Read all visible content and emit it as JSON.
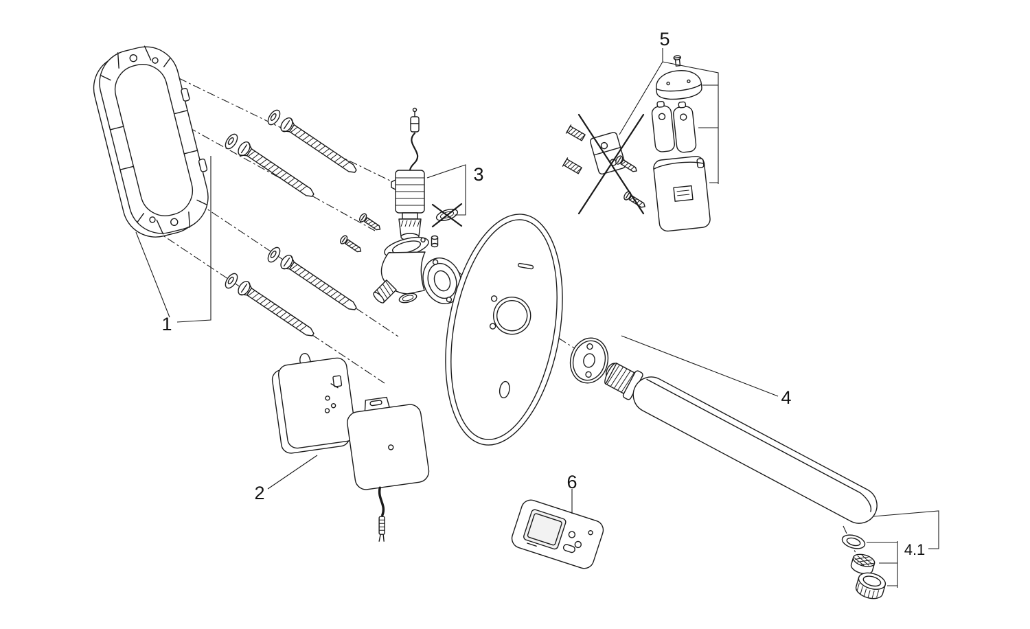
{
  "diagram": {
    "kind": "exploded-parts-diagram",
    "colors": {
      "background": "#ffffff",
      "ink": "#1a1a1a"
    },
    "labels": {
      "l1": "1",
      "l2": "2",
      "l3": "3",
      "l4": "4",
      "l41": "4.1",
      "l5": "5",
      "l6": "6"
    }
  }
}
